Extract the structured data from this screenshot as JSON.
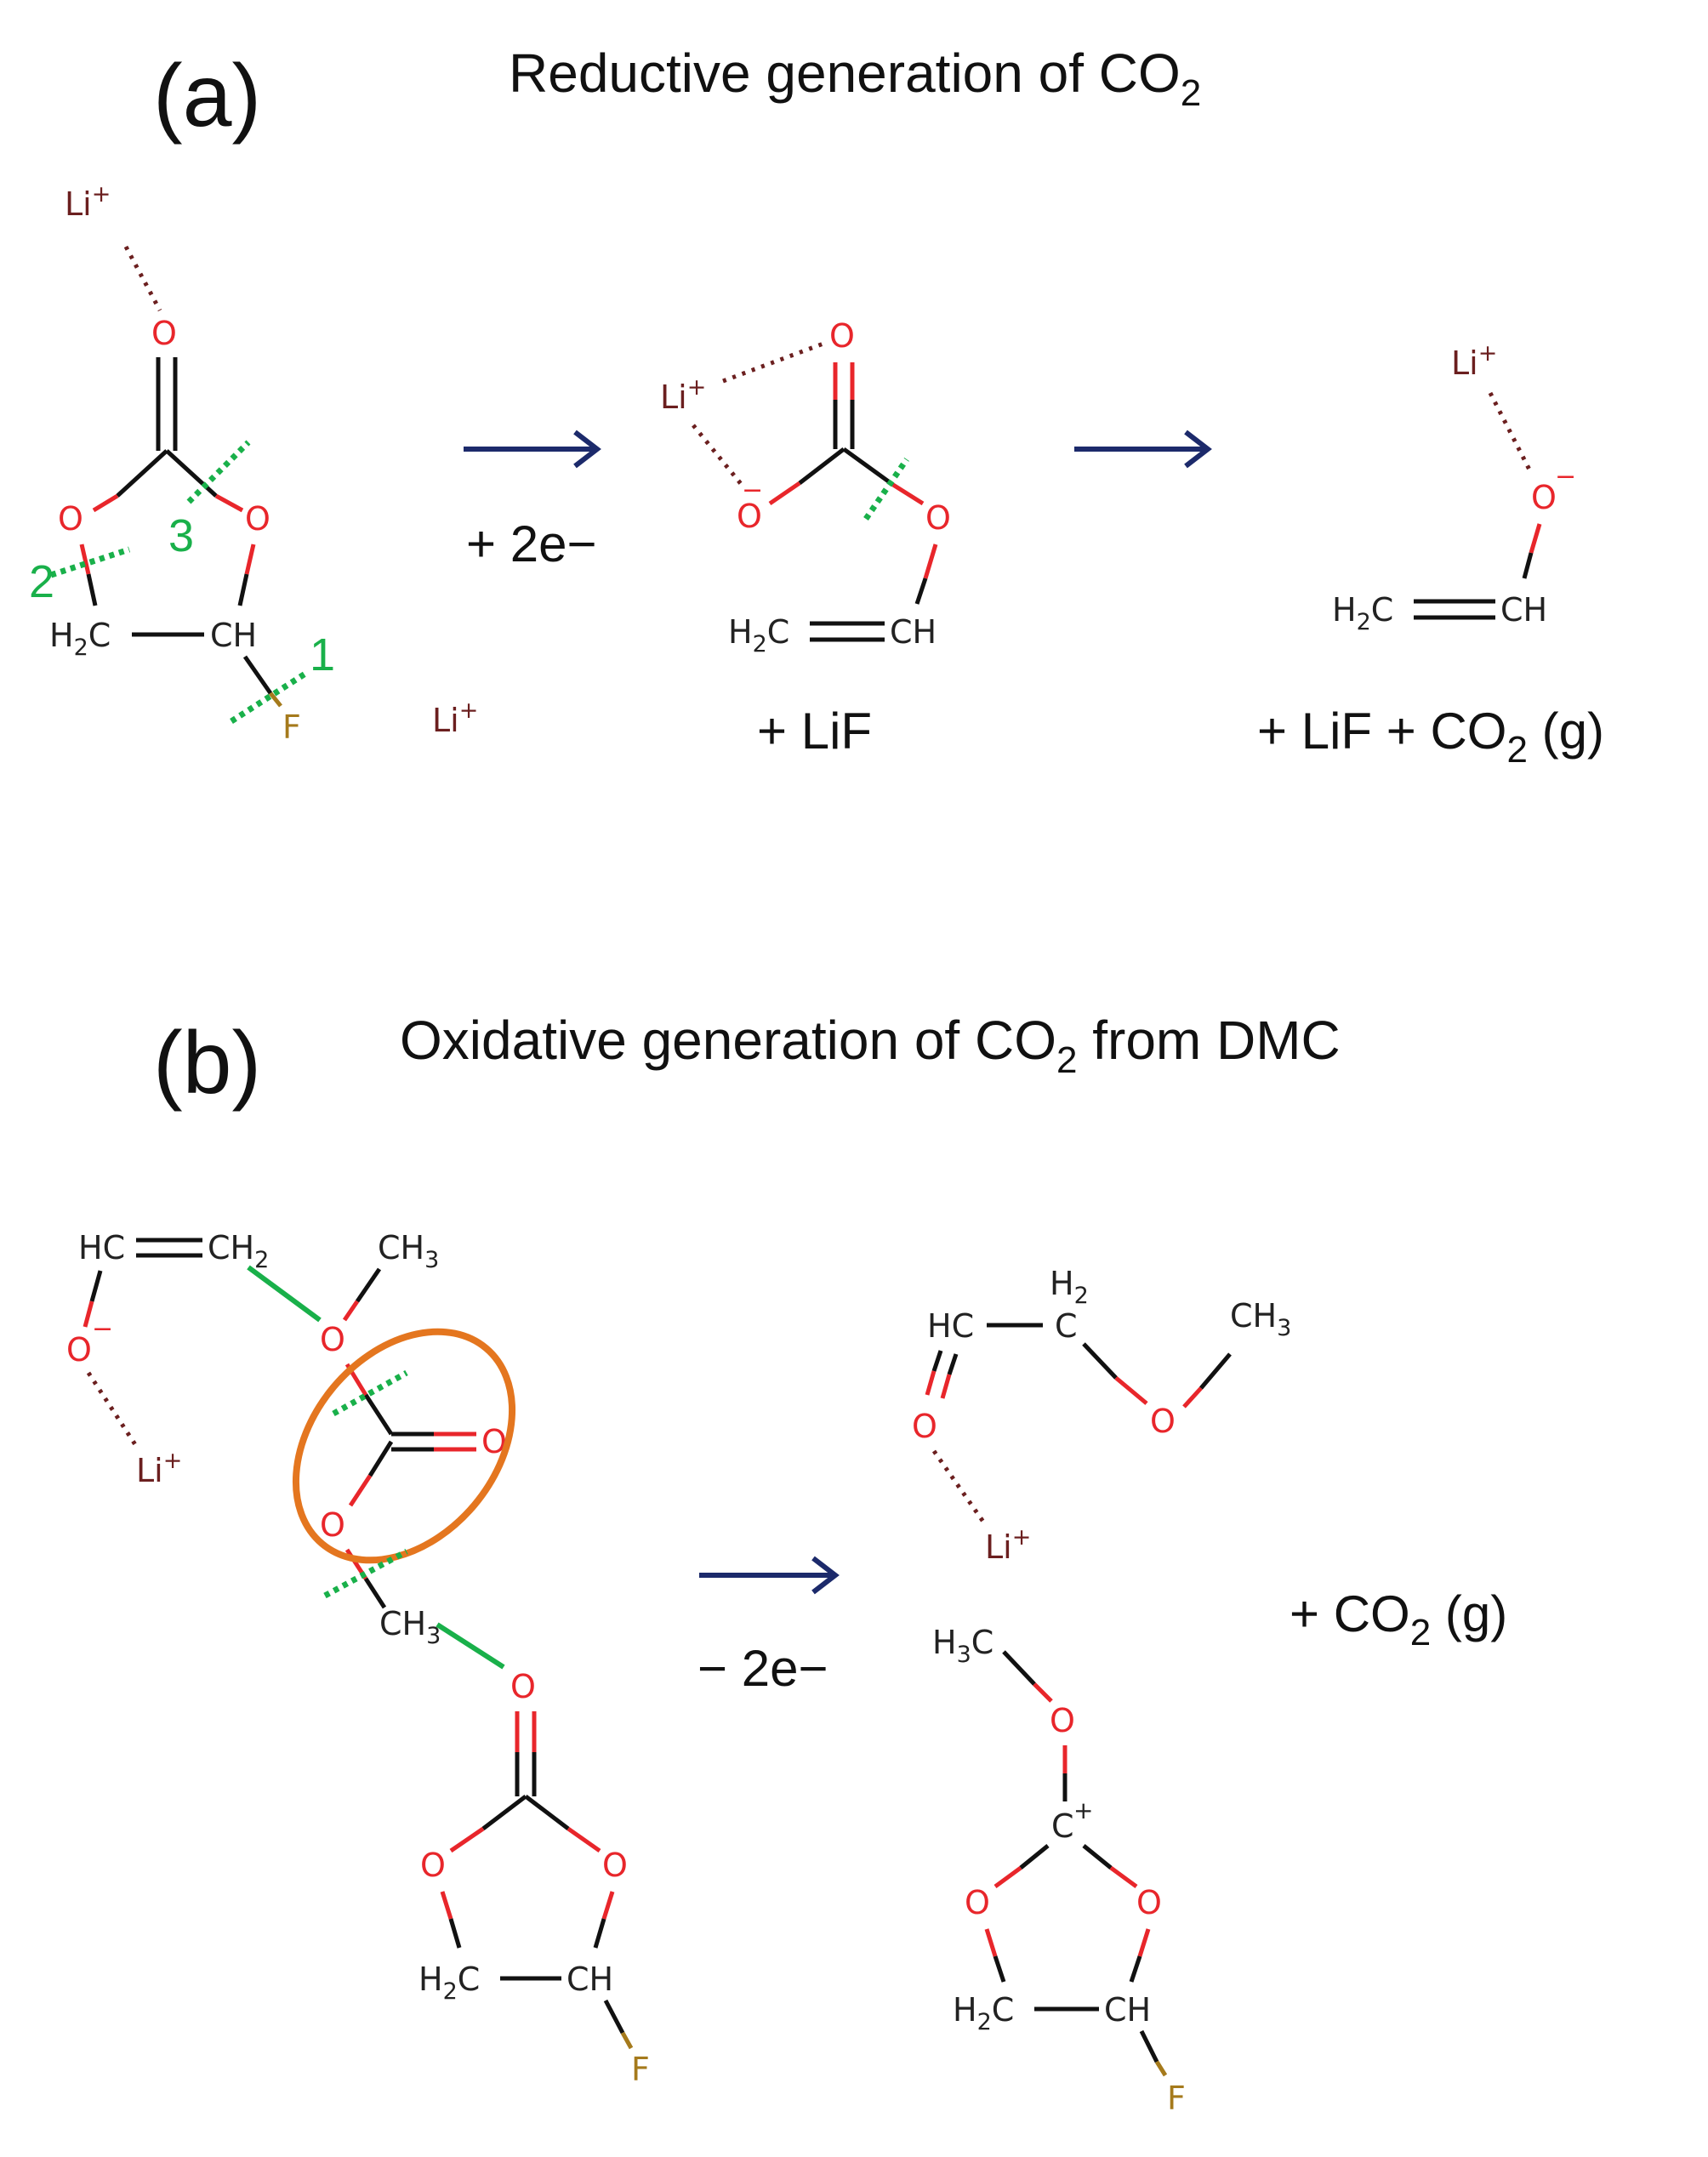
{
  "panel_a": {
    "label": "(a)",
    "title_main": "Reductive generation of CO",
    "title_sub": "2",
    "cut_numbers": [
      "1",
      "2",
      "3"
    ],
    "step1_condition": "+ 2e−",
    "step1_byproduct": "+  LiF",
    "step2_byproduct_part1": "+  LiF +  CO",
    "step2_byproduct_sub": "2",
    "step2_byproduct_part2": " (g)"
  },
  "panel_b": {
    "label": "(b)",
    "title_main": "Oxidative generation of CO",
    "title_sub": "2",
    "title_tail": " from DMC",
    "condition": "− 2e−",
    "byproduct_part1": "+  CO",
    "byproduct_sub": "2",
    "byproduct_part2": " (g)"
  },
  "atoms": {
    "li": "Li",
    "plus": "+",
    "minus": "−",
    "o": "O",
    "f": "F",
    "h": "H",
    "c": "C",
    "ch": "CH",
    "hc": "HC",
    "h2c": "H",
    "two": "2",
    "three": "3",
    "c_tail": "C",
    "ch3": "CH"
  },
  "colors": {
    "oxygen": "#e8262b",
    "lithium": "#6b1f1f",
    "fluorine": "#a57a1c",
    "cleavage": "#19b04a",
    "arrow": "#1c2a6b",
    "highlight_ellipse": "#e4761f"
  }
}
